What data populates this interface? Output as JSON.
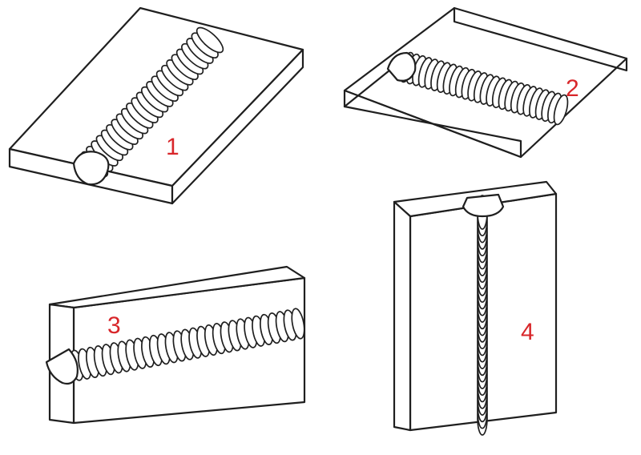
{
  "figure": {
    "labels": [
      "1",
      "2",
      "3",
      "4"
    ],
    "label_color": "#d8262a",
    "line_color": "#1f1f1f",
    "background": "#ffffff"
  }
}
